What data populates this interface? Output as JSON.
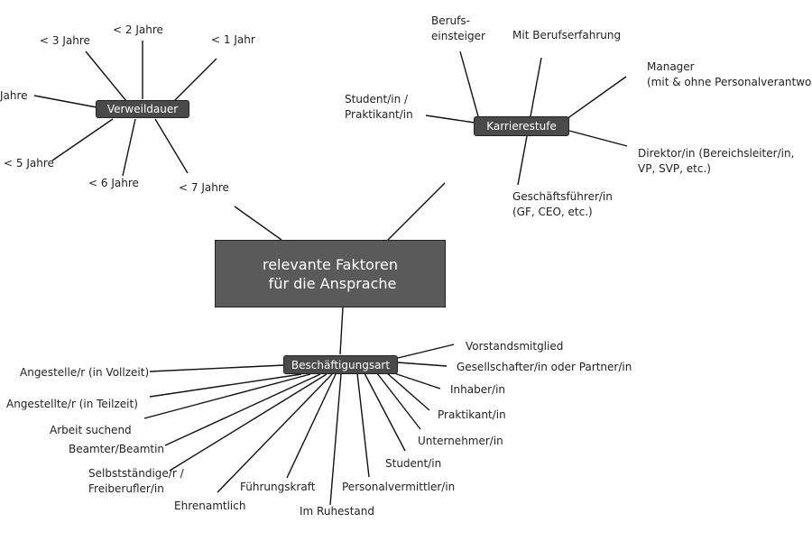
{
  "center": {
    "label": "relevante Faktoren\n für die Ansprache"
  },
  "verweildauer": {
    "label": "Verweildauer",
    "items": [
      "< 1 Jahr",
      "< 2 Jahre",
      "< 3 Jahre",
      "Jahre",
      "< 5 Jahre",
      "< 6 Jahre",
      "< 7 Jahre"
    ]
  },
  "karrierestufe": {
    "label": "Karrierestufe",
    "items": [
      "Berufs-\neinsteiger",
      "Mit Berufserfahrung",
      "Manager\n(mit & ohne Personalverantwort",
      "Student/in /\nPraktikant/in",
      "Direktor/in (Bereichsleiter/in,\nVP, SVP, etc.)",
      "Geschäftsführer/in\n(GF, CEO, etc.)"
    ]
  },
  "beschaeftigungsart": {
    "label": "Beschäftigungsart",
    "items": [
      "Vorstandsmitglied",
      "Gesellschafter/in oder Partner/in",
      "Inhaber/in",
      "Praktikant/in",
      "Unternehmer/in",
      "Student/in",
      "Personalvermittler/in",
      "Im Ruhestand",
      "Führungskraft",
      "Ehrenamtlich",
      "Selbstständige/r /\nFreiberufler/in",
      "Beamter/Beamtin",
      "Arbeit suchend",
      "Angestellte/r (in Teilzeit)",
      "Angestelle/r (in Vollzeit)"
    ]
  },
  "colors": {
    "node_bg": "#4a4a4a",
    "center_bg": "#5a5a5a",
    "line": "#111111"
  }
}
